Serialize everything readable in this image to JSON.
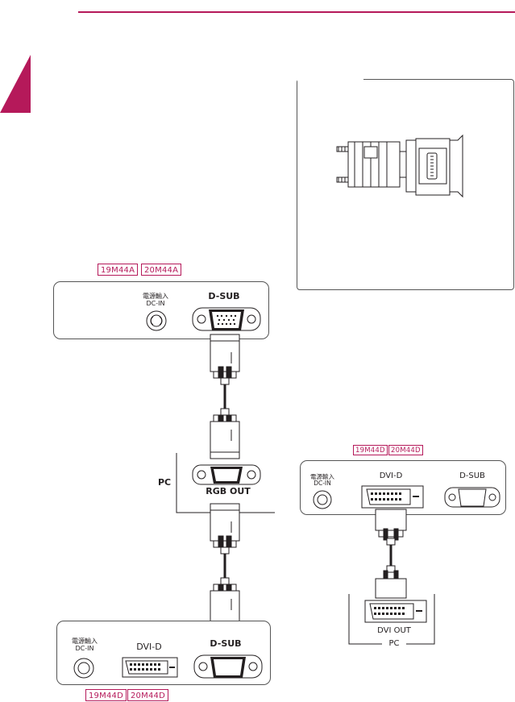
{
  "badges": {
    "top_model_a": "19M44A",
    "top_model_b": "20M44A",
    "right_model_a": "19M44D",
    "right_model_b": "20M44D",
    "bottom_model_a": "19M44D",
    "bottom_model_b": "20M44D"
  },
  "top_panel": {
    "dcin_cn": "電源輸入",
    "dcin": "DC-IN",
    "dsub": "D-SUB"
  },
  "pc_left": {
    "pc_label": "PC",
    "rgb_out": "RGB OUT"
  },
  "bottom_panel": {
    "dcin_cn": "電源輸入",
    "dcin": "DC-IN",
    "dvid": "DVI-D",
    "dsub": "D-SUB"
  },
  "right_panel": {
    "dcin_cn": "電源輸入",
    "dcin": "DC-IN",
    "dvid": "DVI-D",
    "dsub": "D-SUB"
  },
  "pc_right": {
    "dvi_out": "DVI OUT",
    "pc_label": "PC"
  },
  "colors": {
    "accent": "#b5195a",
    "line": "#231f20"
  },
  "icons": [
    "adapter-icon",
    "power-jack-icon",
    "dsub-port-icon",
    "dvi-port-icon",
    "cable-icon"
  ]
}
